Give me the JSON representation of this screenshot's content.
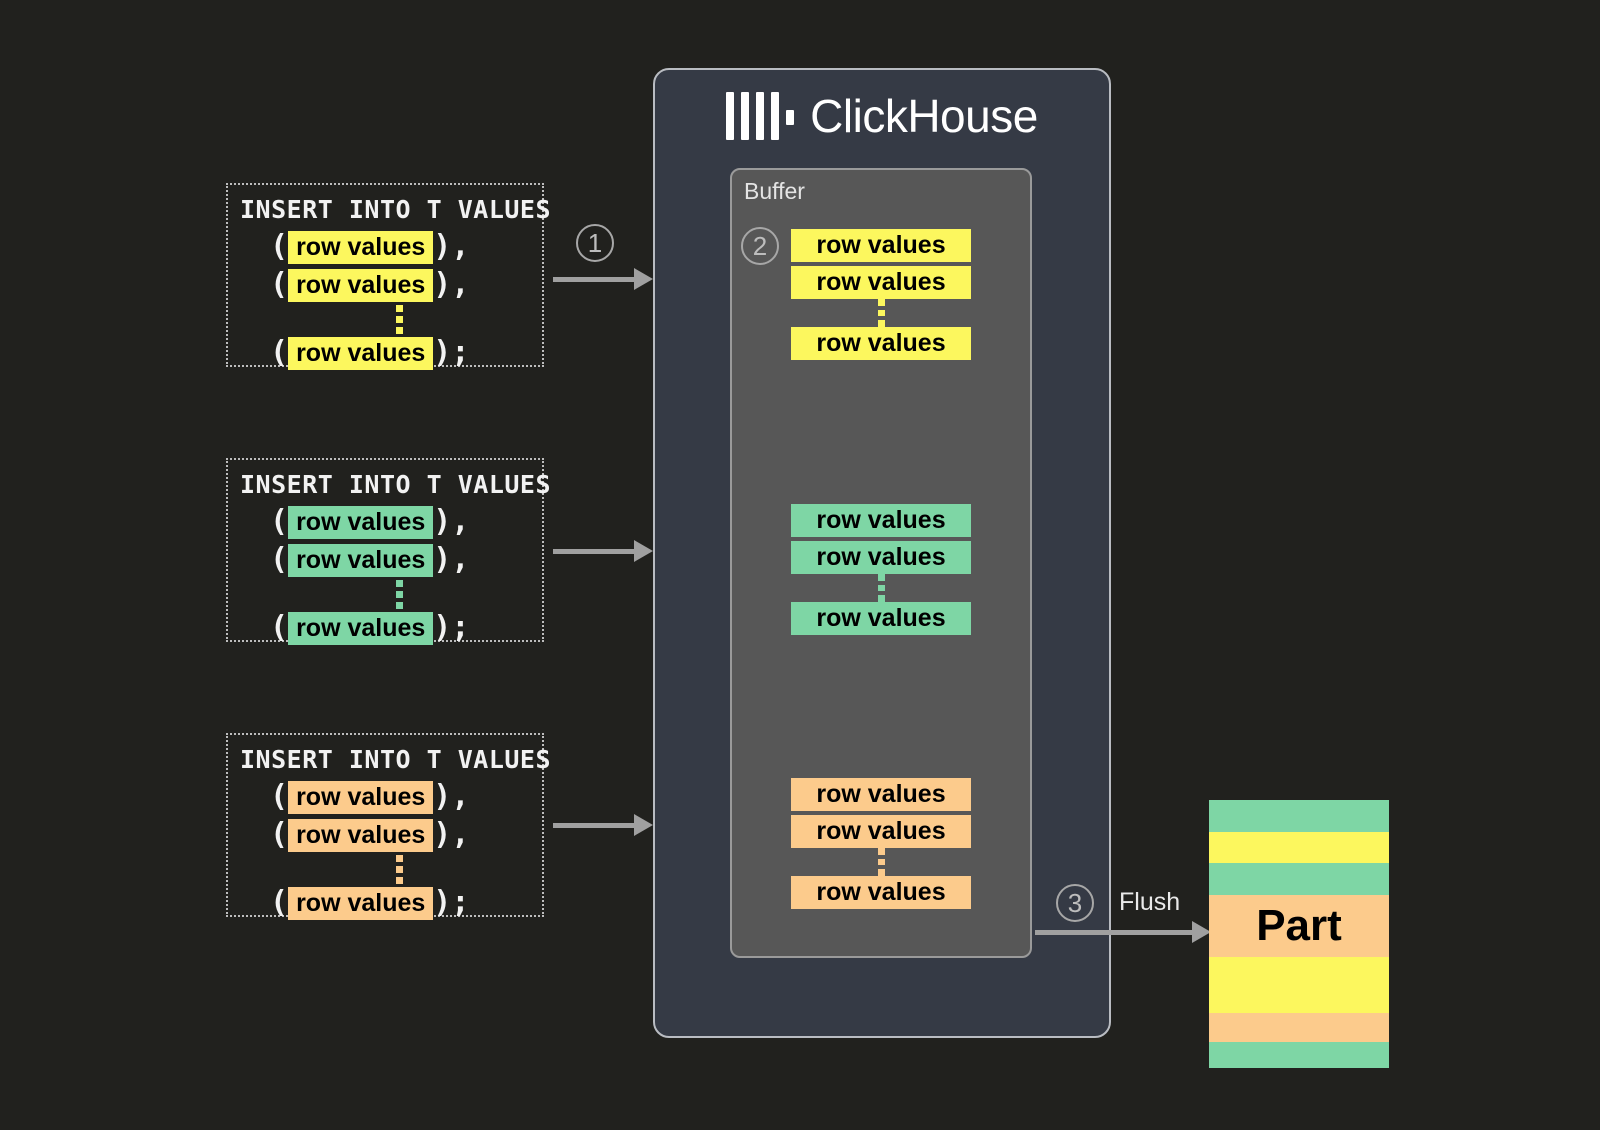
{
  "background_color": "#21211e",
  "palette": {
    "yellow": "#fcf75e",
    "green": "#7ed6a5",
    "orange": "#fccb8c",
    "panel": "#353a45",
    "buffer": "#575757",
    "arrow": "#a0a0a0",
    "text_light": "#f2f2f2"
  },
  "clickhouse": {
    "title": "ClickHouse",
    "logo_name": "clickhouse-logo",
    "buffer": {
      "label": "Buffer",
      "groups": [
        {
          "color_key": "yellow",
          "rows": [
            "row values",
            "row values",
            "row values"
          ],
          "has_ellipsis": true
        },
        {
          "color_key": "green",
          "rows": [
            "row values",
            "row values",
            "row values"
          ],
          "has_ellipsis": true
        },
        {
          "color_key": "orange",
          "rows": [
            "row values",
            "row values",
            "row values"
          ],
          "has_ellipsis": true
        }
      ]
    }
  },
  "inserts": [
    {
      "header": "INSERT INTO T VALUES",
      "color_key": "yellow",
      "lines": [
        {
          "open": "(",
          "value": "row values",
          "close": "),"
        },
        {
          "open": "(",
          "value": "row values",
          "close": "),"
        },
        {
          "open": "(",
          "value": "row values",
          "close": ");"
        }
      ]
    },
    {
      "header": "INSERT INTO T VALUES",
      "color_key": "green",
      "lines": [
        {
          "open": "(",
          "value": "row values",
          "close": "),"
        },
        {
          "open": "(",
          "value": "row values",
          "close": "),"
        },
        {
          "open": "(",
          "value": "row values",
          "close": ");"
        }
      ]
    },
    {
      "header": "INSERT INTO T VALUES",
      "color_key": "orange",
      "lines": [
        {
          "open": "(",
          "value": "row values",
          "close": "),"
        },
        {
          "open": "(",
          "value": "row values",
          "close": "),"
        },
        {
          "open": "(",
          "value": "row values",
          "close": ");"
        }
      ]
    }
  ],
  "steps": {
    "one": "①",
    "two": "②",
    "three": "③"
  },
  "step_digits": {
    "one": "1",
    "two": "2",
    "three": "3"
  },
  "flush": {
    "label": "Flush"
  },
  "part": {
    "label": "Part",
    "stripes": [
      {
        "color_key": "green",
        "height": 32
      },
      {
        "color_key": "yellow",
        "height": 31
      },
      {
        "color_key": "green",
        "height": 32
      },
      {
        "color_key": "orange",
        "height": 62
      },
      {
        "color_key": "yellow",
        "height": 56
      },
      {
        "color_key": "orange",
        "height": 29
      },
      {
        "color_key": "green",
        "height": 26
      }
    ],
    "label_stripe_index": 3
  }
}
